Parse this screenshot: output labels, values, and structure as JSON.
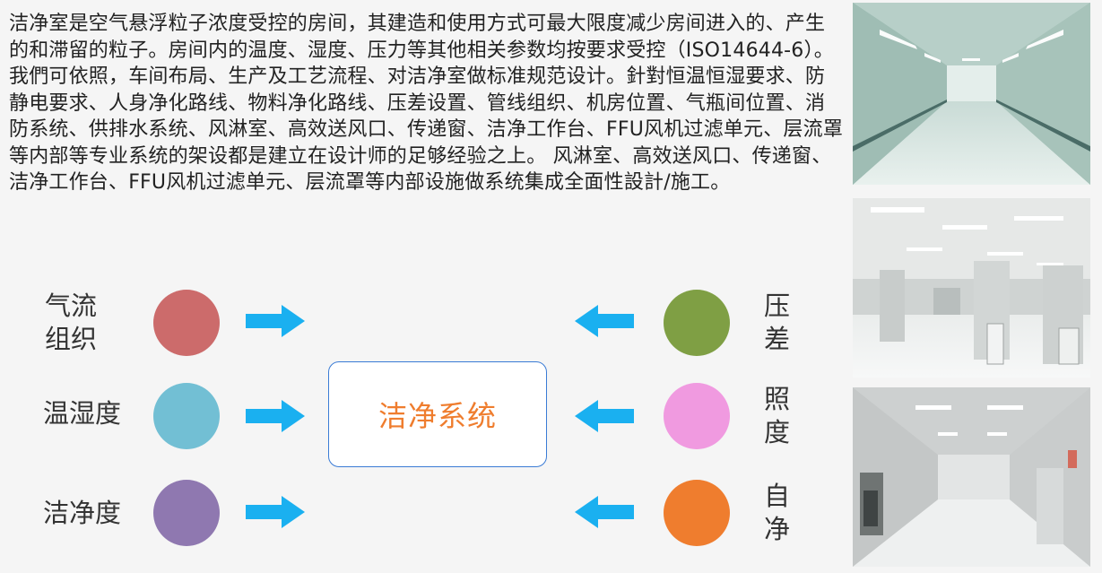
{
  "paragraph": "洁净室是空气悬浮粒子浓度受控的房间，其建造和使用方式可最大限度减少房间进入的、产生的和滞留的粒子。房间内的温度、湿度、压力等其他相关参数均按要求受控（ISO14644-6）。\n我們可依照，车间布局、生产及工艺流程、对洁净室做标准规范设计。針對恒温恒湿要求、防静电要求、人身净化路线、物料净化路线、压差设置、管线组织、机房位置、气瓶间位置、消防系统、供排水系统、风淋室、高效送风口、传递窗、洁净工作台、FFU风机过滤单元、层流罩等内部等专业系统的架设都是建立在设计师的足够经验之上。 风淋室、高效送风口、传递窗、洁净工作台、FFU风机过滤单元、层流罩等内部设施做系统集成全面性設計/施工。",
  "diagram": {
    "center": "洁净系统",
    "left_items": [
      {
        "label": "气流\n组织",
        "color": "#cc6b6b"
      },
      {
        "label": "温湿度",
        "color": "#72bfd4"
      },
      {
        "label": "洁净度",
        "color": "#8f78b0"
      }
    ],
    "right_items": [
      {
        "label": "压\n差",
        "color": "#7f9f44"
      },
      {
        "label": "照\n度",
        "color": "#f09ae0"
      },
      {
        "label": "自\n净",
        "color": "#ef7d2e"
      }
    ],
    "arrow_color": "#1ab0f0"
  }
}
